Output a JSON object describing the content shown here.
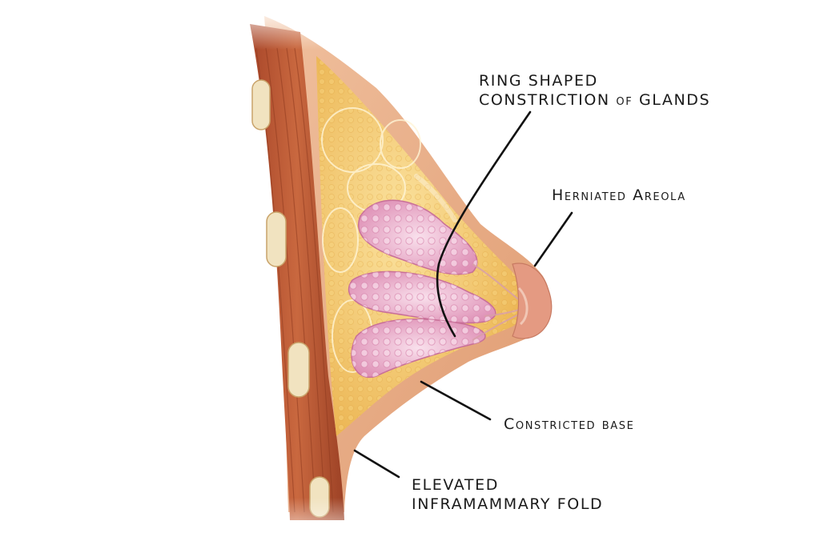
{
  "labels": {
    "ring_line1": "RING SHAPED",
    "ring_line2": "CONSTRICTION of GLANDS",
    "areola": "Herniated Areola",
    "base": "Constricted base",
    "fold_line1": "ELEVATED",
    "fold_line2": "INFRAMAMMARY FOLD"
  },
  "colors": {
    "skin": "#e6a77f",
    "skin_light": "#f3cfb3",
    "muscle": "#b8552f",
    "muscle_dark": "#8f3a1f",
    "fat": "#f2c25a",
    "fat_light": "#f8dc8d",
    "gland": "#e7a9c6",
    "gland_light": "#f5d3e4",
    "rib": "#f1e3c0",
    "leader": "#111111"
  }
}
